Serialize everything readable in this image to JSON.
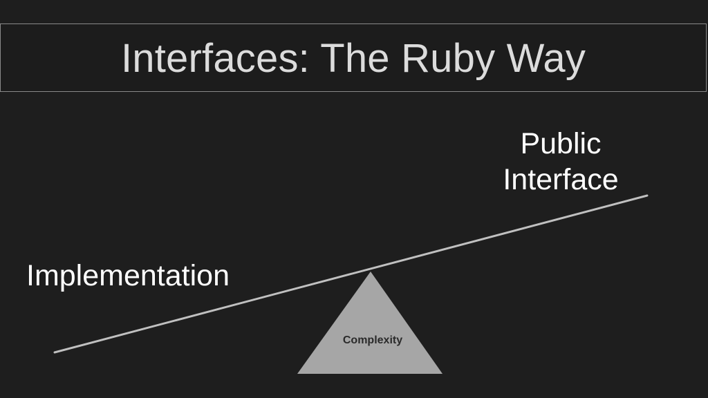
{
  "slide": {
    "title": "Interfaces: The Ruby Way"
  },
  "diagram": {
    "public_label_line1": "Public",
    "public_label_line2": "Interface",
    "implementation_label": "Implementation",
    "fulcrum_label": "Complexity"
  },
  "colors": {
    "background": "#1e1e1e",
    "title_border": "#8a8a8a",
    "title_text": "#dcdcdc",
    "lever": "#c0c0c0",
    "fulcrum_fill": "#a6a6a6",
    "fulcrum_text": "#2a2a2a"
  }
}
